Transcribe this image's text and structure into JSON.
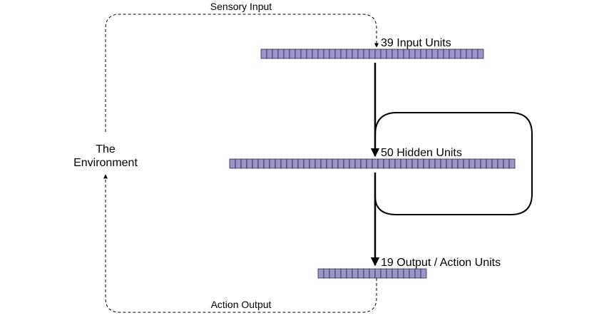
{
  "environment": {
    "line1": "The",
    "line2": "Environment"
  },
  "loop_labels": {
    "sensory_input": "Sensory Input",
    "action_output": "Action Output"
  },
  "layers": [
    {
      "id": "input",
      "label": "39 Input Units",
      "units": 39
    },
    {
      "id": "hidden",
      "label": "50 Hidden Units",
      "units": 50
    },
    {
      "id": "output",
      "label": "19 Output / Action Units",
      "units": 19
    }
  ],
  "colors": {
    "unit_fill": "#9a94c8",
    "unit_stroke": "#1a1a3a",
    "line": "#000000"
  }
}
